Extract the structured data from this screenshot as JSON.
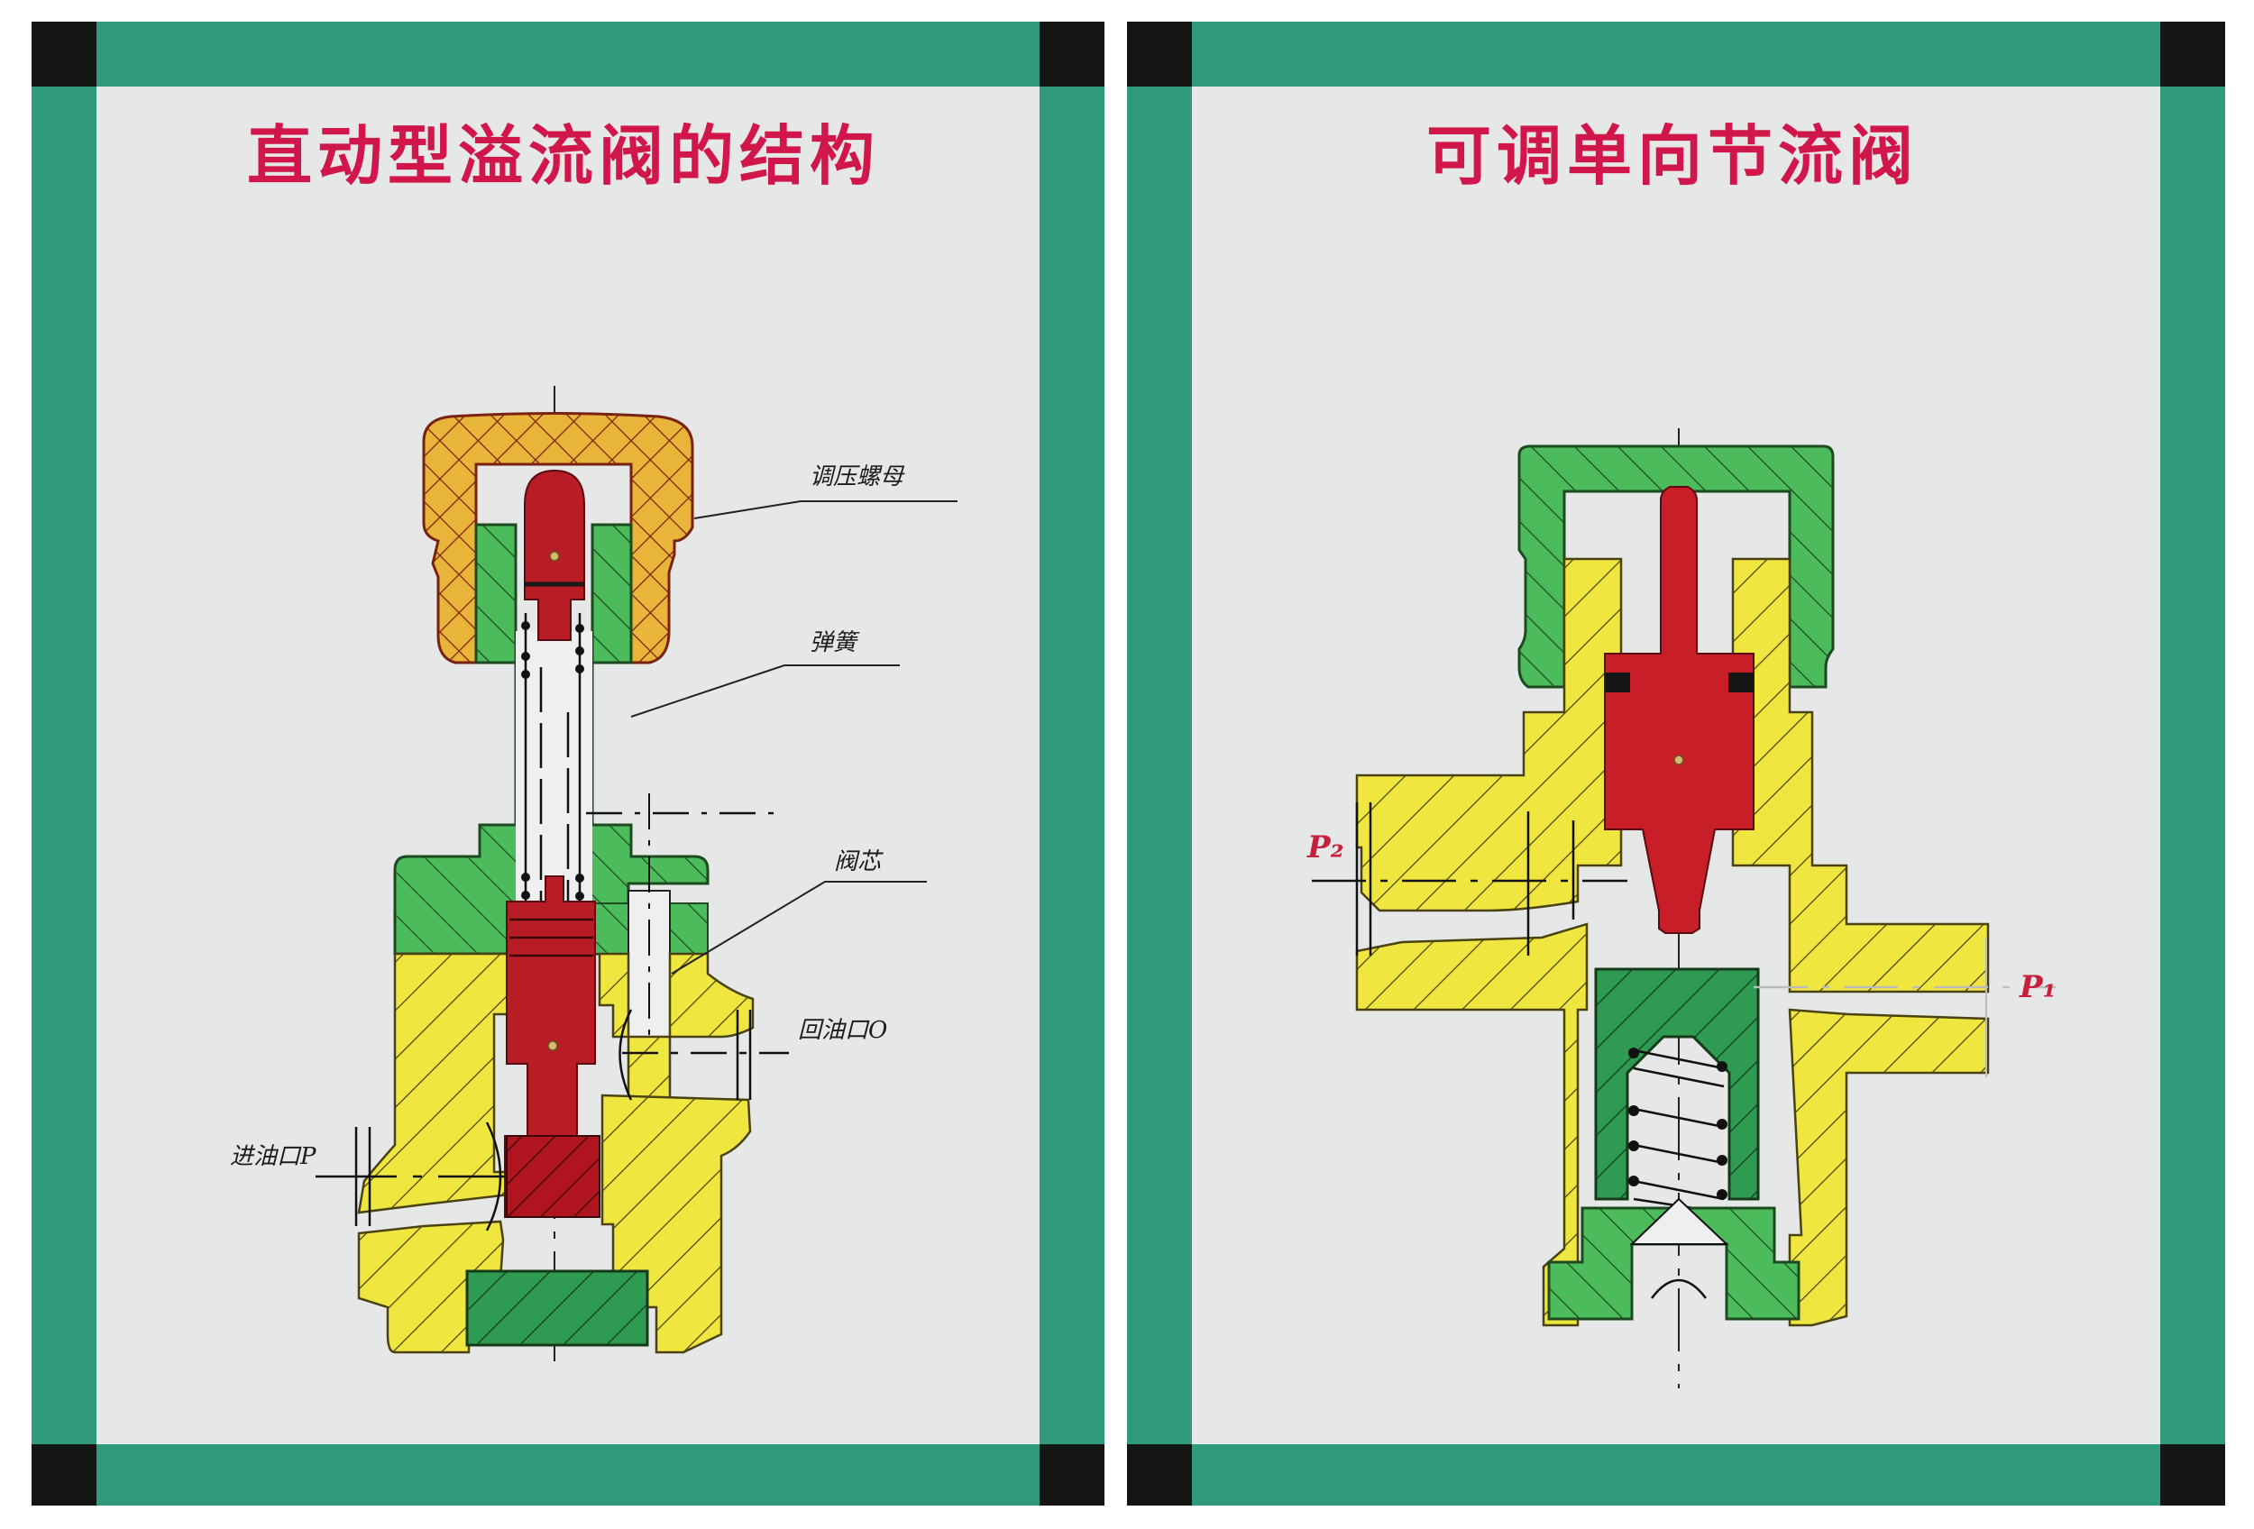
{
  "boards": [
    {
      "title": "直动型溢流阀的结构",
      "labels": {
        "adjust_nut": "调压螺母",
        "spring": "弹簧",
        "valve_core": "阀芯",
        "return_port": "回油口O",
        "inlet_port": "进油口P"
      }
    },
    {
      "title": "可调单向节流阀",
      "labels": {
        "port_p2": "P₂",
        "port_p1": "P₁"
      }
    }
  ],
  "colors": {
    "frame": "#2f9a7c",
    "frame_corner": "#141614",
    "panel": "#e6e8e7",
    "title": "#d0164a",
    "body_yellow": "#f0e640",
    "body_green": "#4cbb5c",
    "nut_orange": "#e8b43a",
    "core_red": "#c41a24"
  }
}
